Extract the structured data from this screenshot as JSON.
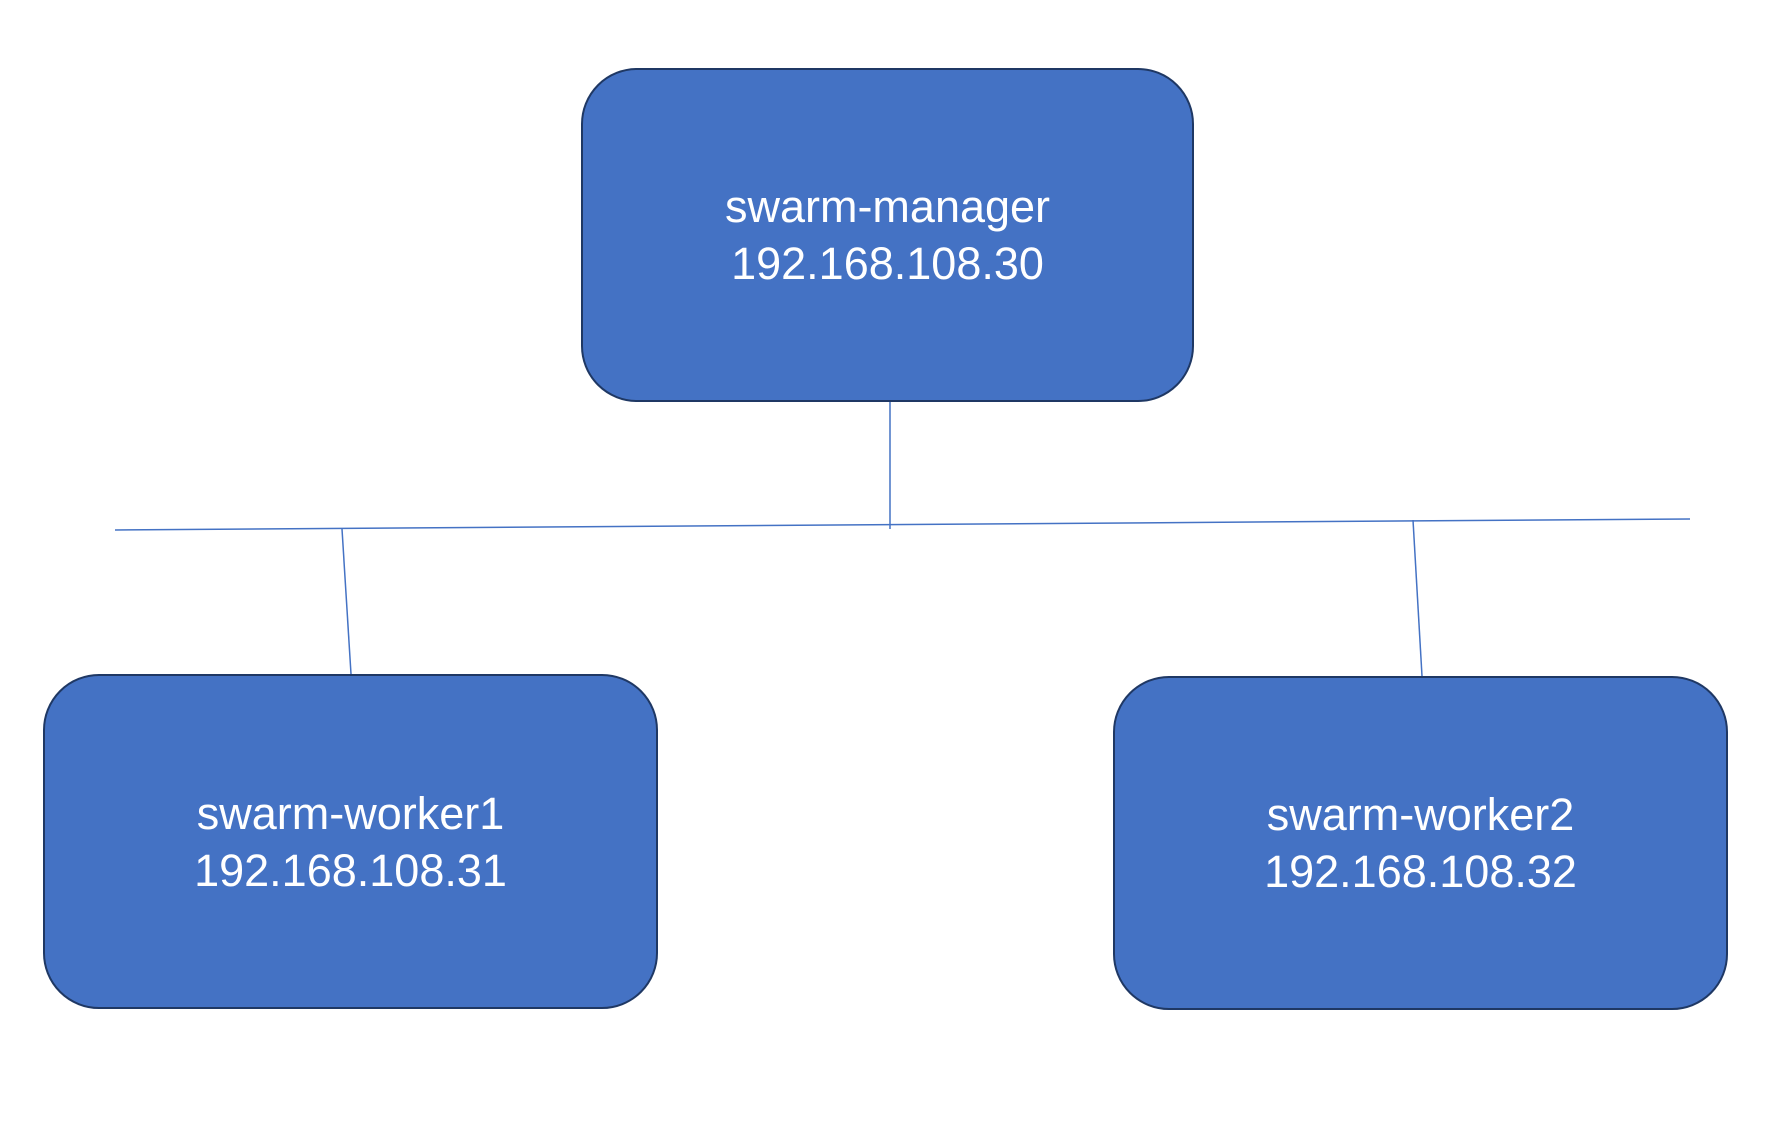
{
  "colors": {
    "node_fill": "#4472c4",
    "node_border": "#1f3864",
    "line": "#4472c4",
    "text": "#ffffff",
    "background": "#ffffff"
  },
  "nodes": {
    "manager": {
      "name": "swarm-manager",
      "ip": "192.168.108.30"
    },
    "worker1": {
      "name": "swarm-worker1",
      "ip": "192.168.108.31"
    },
    "worker2": {
      "name": "swarm-worker2",
      "ip": "192.168.108.32"
    }
  }
}
